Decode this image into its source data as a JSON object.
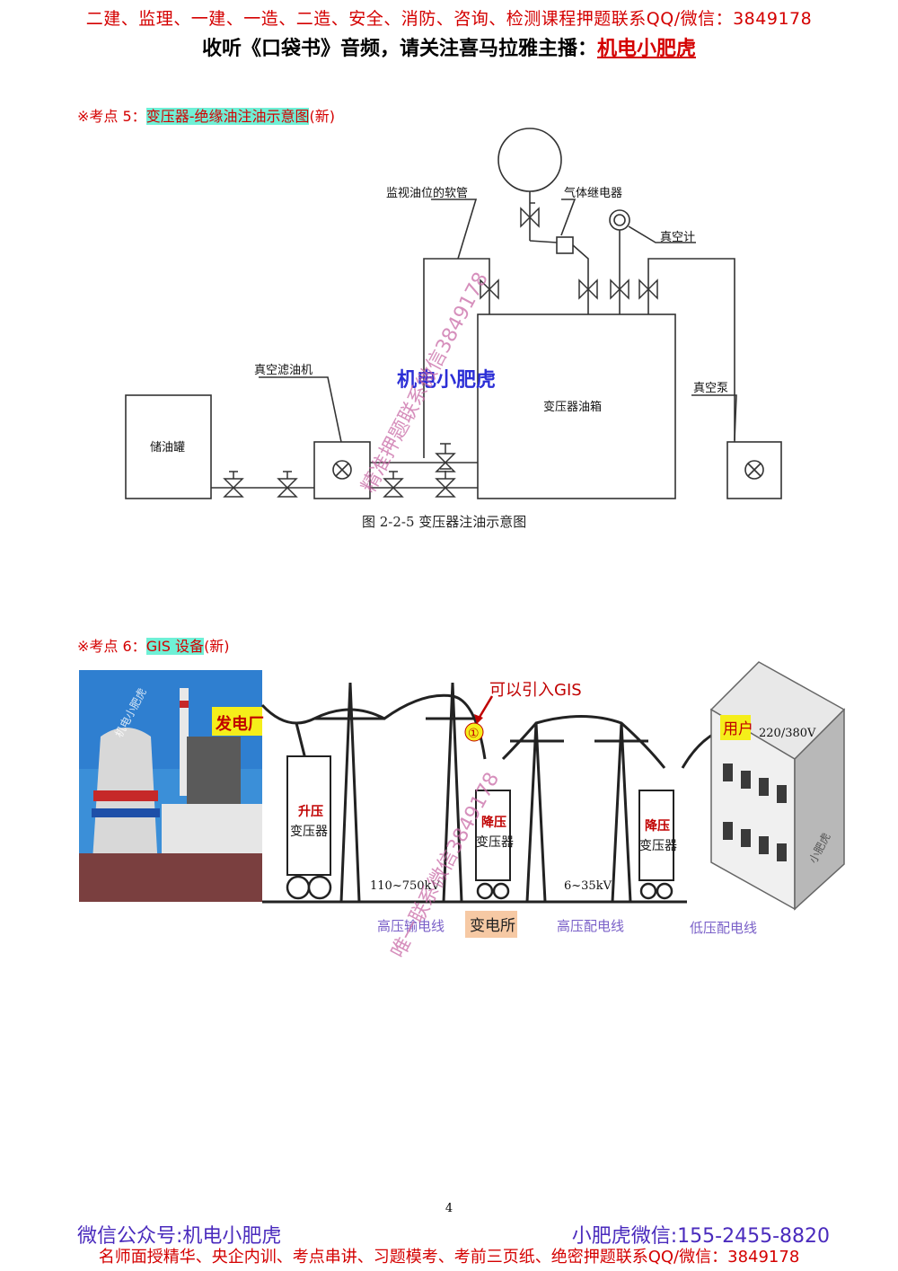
{
  "header": {
    "line1": "二建、监理、一建、一造、二造、安全、消防、咨询、检测课程押题联系QQ/微信：3849178",
    "line2_prefix": "收听《口袋书》音频，请关注喜马拉雅主播：",
    "line2_brand": "机电小肥虎"
  },
  "section5": {
    "prefix": "※考点 5：",
    "title": "变压器-绝缘油注油示意图",
    "suffix": "(新)"
  },
  "diagram1": {
    "label_hose": "监视油位的软管",
    "label_relay": "气体继电器",
    "label_gauge": "真空计",
    "label_filter": "真空滤油机",
    "label_tank": "储油罐",
    "label_transformer_tank": "变压器油箱",
    "label_pump": "真空泵",
    "watermark_brand": "机电小肥虎",
    "watermark_diag": "精准押题联系微信3849178",
    "caption": "图 2-2-5   变压器注油示意图"
  },
  "section6": {
    "prefix": "※考点 6：",
    "title": "GIS 设备",
    "suffix": "(新)"
  },
  "diagram2": {
    "label_plant": "发电厂",
    "label_gis_note": "可以引入GIS",
    "label_circle1": "①",
    "label_step_up_1": "升压",
    "label_step_up_2": "变压器",
    "label_step_down_1": "降压",
    "label_step_down_2": "变压器",
    "label_hv_range": "110~750kV",
    "label_mv_range": "6~35kV",
    "label_hv_line": "高压输电线",
    "label_substation": "变电所",
    "label_mv_line": "高压配电线",
    "label_lv_line": "低压配电线",
    "label_user": "用户",
    "label_voltage": "220/380V",
    "label_building_brand": "小肥虎",
    "label_photo_brand": "机电小肥虎",
    "watermark_diag": "唯一联系微信3849178"
  },
  "footer": {
    "page_number": "4",
    "left": "微信公众号:机电小肥虎",
    "right": "小肥虎微信:155-2455-8820",
    "bottom": "名师面授精华、央企内训、考点串讲、习题模考、考前三页纸、绝密押题联系QQ/微信：3849178"
  }
}
